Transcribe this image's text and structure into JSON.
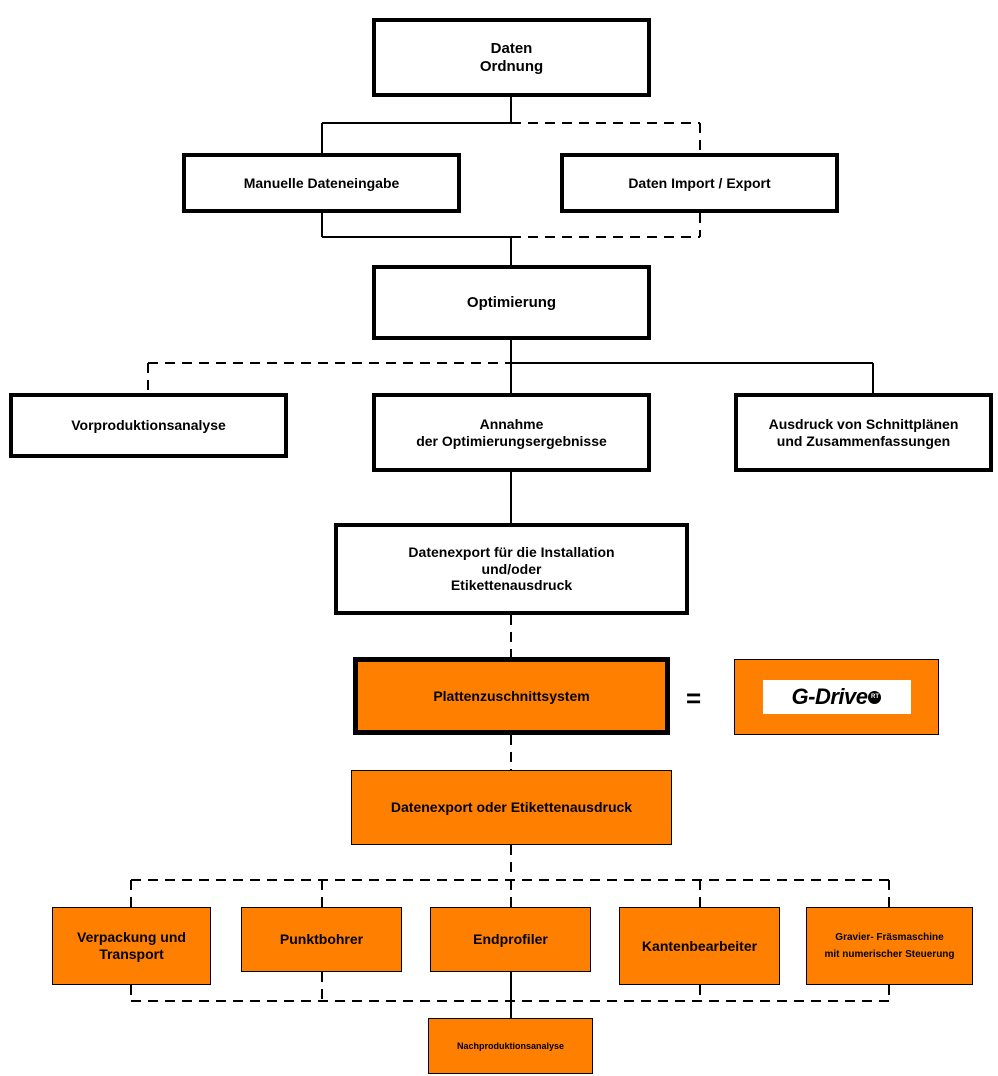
{
  "boxes": {
    "daten_ordnung": [
      "Daten",
      "Ordnung"
    ],
    "manuelle_dateneingabe": [
      "Manuelle Dateneingabe"
    ],
    "daten_import_export": [
      "Daten Import / Export"
    ],
    "optimierung": [
      "Optimierung"
    ],
    "vorproduktionsanalyse": [
      "Vorproduktionsanalyse"
    ],
    "annahme": [
      "Annahme",
      "der Optimierungsergebnisse"
    ],
    "ausdruck": [
      "Ausdruck von Schnittplänen",
      "und Zusammenfassungen"
    ],
    "datenexport_installation": [
      "Datenexport für die Installation",
      "und/oder",
      "Etikettenausdruck"
    ],
    "plattenzuschnittsystem": [
      "Plattenzuschnittsystem"
    ],
    "datenexport_etiketten": [
      "Datenexport oder Etikettenausdruck"
    ],
    "verpackung": [
      "Verpackung und",
      "Transport"
    ],
    "punktbohrer": [
      "Punktbohrer"
    ],
    "endprofiler": [
      "Endprofiler"
    ],
    "kantenbearbeiter": [
      "Kantenbearbeiter"
    ],
    "gravier": [
      "Gravier- Fräsmaschine",
      "mit numerischer Steuerung"
    ],
    "nachproduktionsanalyse": [
      "Nachproduktionsanalyse"
    ]
  },
  "equals_sign": "=",
  "logo": {
    "text": "G-Drive",
    "badge": "RT"
  },
  "colors": {
    "orange": "#ff8000",
    "line": "#000000",
    "background": "#ffffff"
  }
}
